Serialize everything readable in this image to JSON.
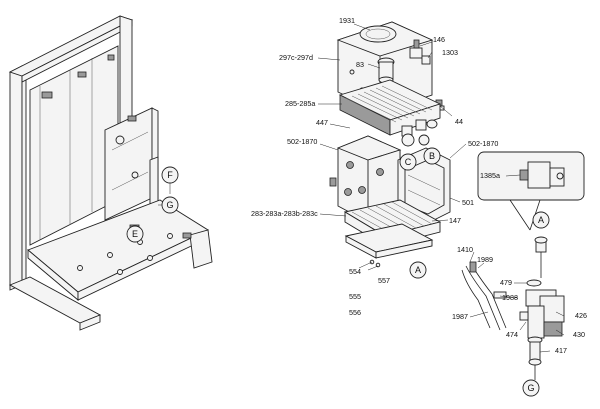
{
  "callouts": {
    "c1931": "1931",
    "c146": "146",
    "c1303": "1303",
    "c297": "297c-297d",
    "c83": "83",
    "c285": "285-285a",
    "c44": "44",
    "c447": "447",
    "c502l": "502-1870",
    "c502r": "502-1870",
    "c501": "501",
    "c147": "147",
    "c283": "283-283a-283b-283c",
    "c1385": "1385a",
    "c1410": "1410",
    "c1989": "1989",
    "c479": "479",
    "c1988": "1988",
    "c1987": "1987",
    "c474": "474",
    "c426": "426",
    "c430": "430",
    "c417": "417",
    "c554": "554",
    "c557": "557",
    "c555": "555",
    "c556": "556"
  },
  "circles": {
    "F": "F",
    "G1": "G",
    "E": "E",
    "C": "C",
    "B": "B",
    "A1": "A",
    "A2": "A",
    "G2": "G"
  }
}
